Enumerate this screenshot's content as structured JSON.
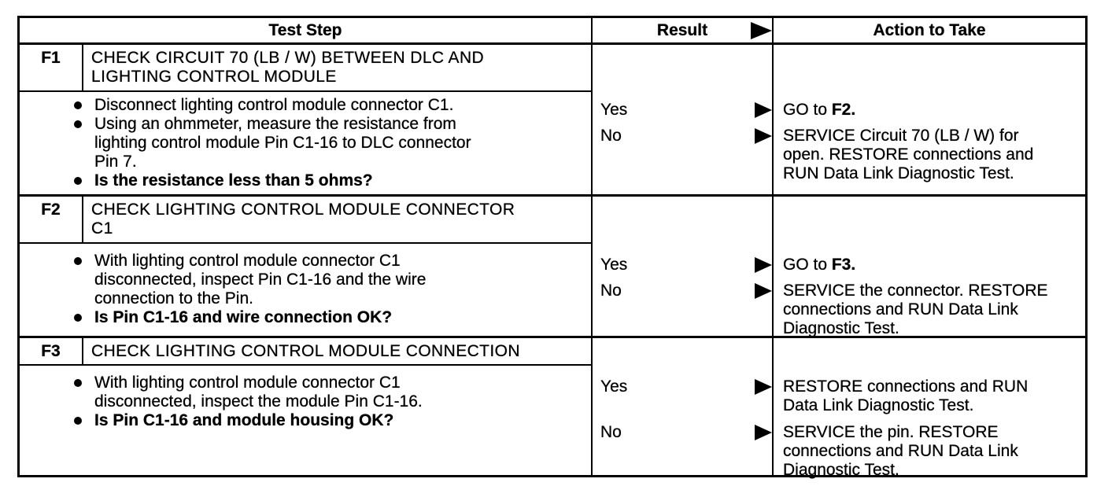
{
  "icons": {
    "result_arrow": "right-filled-triangle"
  },
  "table": {
    "header": {
      "test_step": "Test Step",
      "result": "Result",
      "action": "Action to Take"
    },
    "sections": [
      {
        "label": "F1",
        "title": "CHECK CIRCUIT 70 (LB / W) BETWEEN DLC AND\nLIGHTING CONTROL MODULE",
        "steps": [
          {
            "text": "Disconnect lighting control module connector C1.",
            "bold": false
          },
          {
            "text": "Using an ohmmeter, measure the resistance from\nlighting control module Pin C1-16 to DLC connector\nPin 7.",
            "bold": false
          },
          {
            "text": "Is the resistance less than 5 ohms?",
            "bold": true
          }
        ],
        "results": [
          {
            "label": "Yes",
            "action_prefix": "GO to ",
            "action_ref": "F2."
          },
          {
            "label": "No",
            "action": "SERVICE Circuit 70 (LB / W) for\nopen. RESTORE connections and\nRUN Data Link Diagnostic Test."
          }
        ]
      },
      {
        "label": "F2",
        "title": "CHECK LIGHTING CONTROL MODULE CONNECTOR\nC1",
        "steps": [
          {
            "text": "With lighting control module connector C1\ndisconnected, inspect Pin C1-16 and the wire\nconnection to the Pin.",
            "bold": false
          },
          {
            "text": "Is Pin C1-16 and wire connection OK?",
            "bold": true
          }
        ],
        "results": [
          {
            "label": "Yes",
            "action_prefix": "GO to ",
            "action_ref": "F3."
          },
          {
            "label": "No",
            "action": "SERVICE the connector. RESTORE\nconnections and RUN Data Link\nDiagnostic Test."
          }
        ]
      },
      {
        "label": "F3",
        "title": "CHECK LIGHTING CONTROL MODULE CONNECTION",
        "steps": [
          {
            "text": "With lighting control module connector C1\ndisconnected, inspect the module Pin C1-16.",
            "bold": false
          },
          {
            "text": "Is Pin C1-16 and module housing OK?",
            "bold": true
          }
        ],
        "results": [
          {
            "label": "Yes",
            "action": "RESTORE connections and RUN\nData Link Diagnostic Test."
          },
          {
            "label": "No",
            "action": "SERVICE the pin. RESTORE\nconnections and RUN Data Link\nDiagnostic Test."
          }
        ]
      }
    ]
  }
}
